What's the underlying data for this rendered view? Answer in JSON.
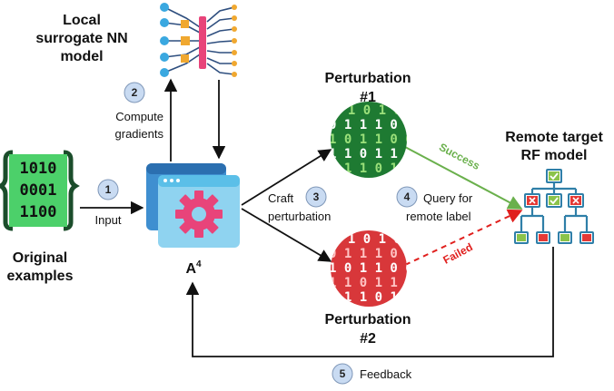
{
  "inputs": {
    "binary_lines": [
      "1010",
      "0001",
      "1100"
    ],
    "label_line1": "Original",
    "label_line2": "examples"
  },
  "surrogate": {
    "label_line1": "Local",
    "label_line2": "surrogate NN",
    "label_line3": "model"
  },
  "attack_tool": {
    "label": "A",
    "superscript": "4"
  },
  "steps": [
    {
      "number": "1",
      "label_line1": "Input",
      "label_line2": ""
    },
    {
      "number": "2",
      "label_line1": "Compute",
      "label_line2": "gradients"
    },
    {
      "number": "3",
      "label_line1": "Craft",
      "label_line2": "perturbation"
    },
    {
      "number": "4",
      "label_line1": "Query for",
      "label_line2": "remote label"
    },
    {
      "number": "5",
      "label_line1": "Feedback",
      "label_line2": ""
    }
  ],
  "perturbations": [
    {
      "title_line1": "Perturbation",
      "title_line2": "#1",
      "outcome": "Success",
      "color": "#1e7a32",
      "outcome_color": "#6ab04c"
    },
    {
      "title_line1": "Perturbation",
      "title_line2": "#2",
      "outcome": "Failed",
      "color": "#d8373a",
      "outcome_color": "#e0201e"
    }
  ],
  "target": {
    "label_line1": "Remote target",
    "label_line2": "RF model"
  },
  "colors": {
    "step_badge": "#c9dbf2",
    "gear": "#e8447a",
    "window": "#5bbfe8",
    "tree_node": "#2f7fa8",
    "tree_check": "#8bc34a",
    "tree_cross": "#e53935"
  }
}
